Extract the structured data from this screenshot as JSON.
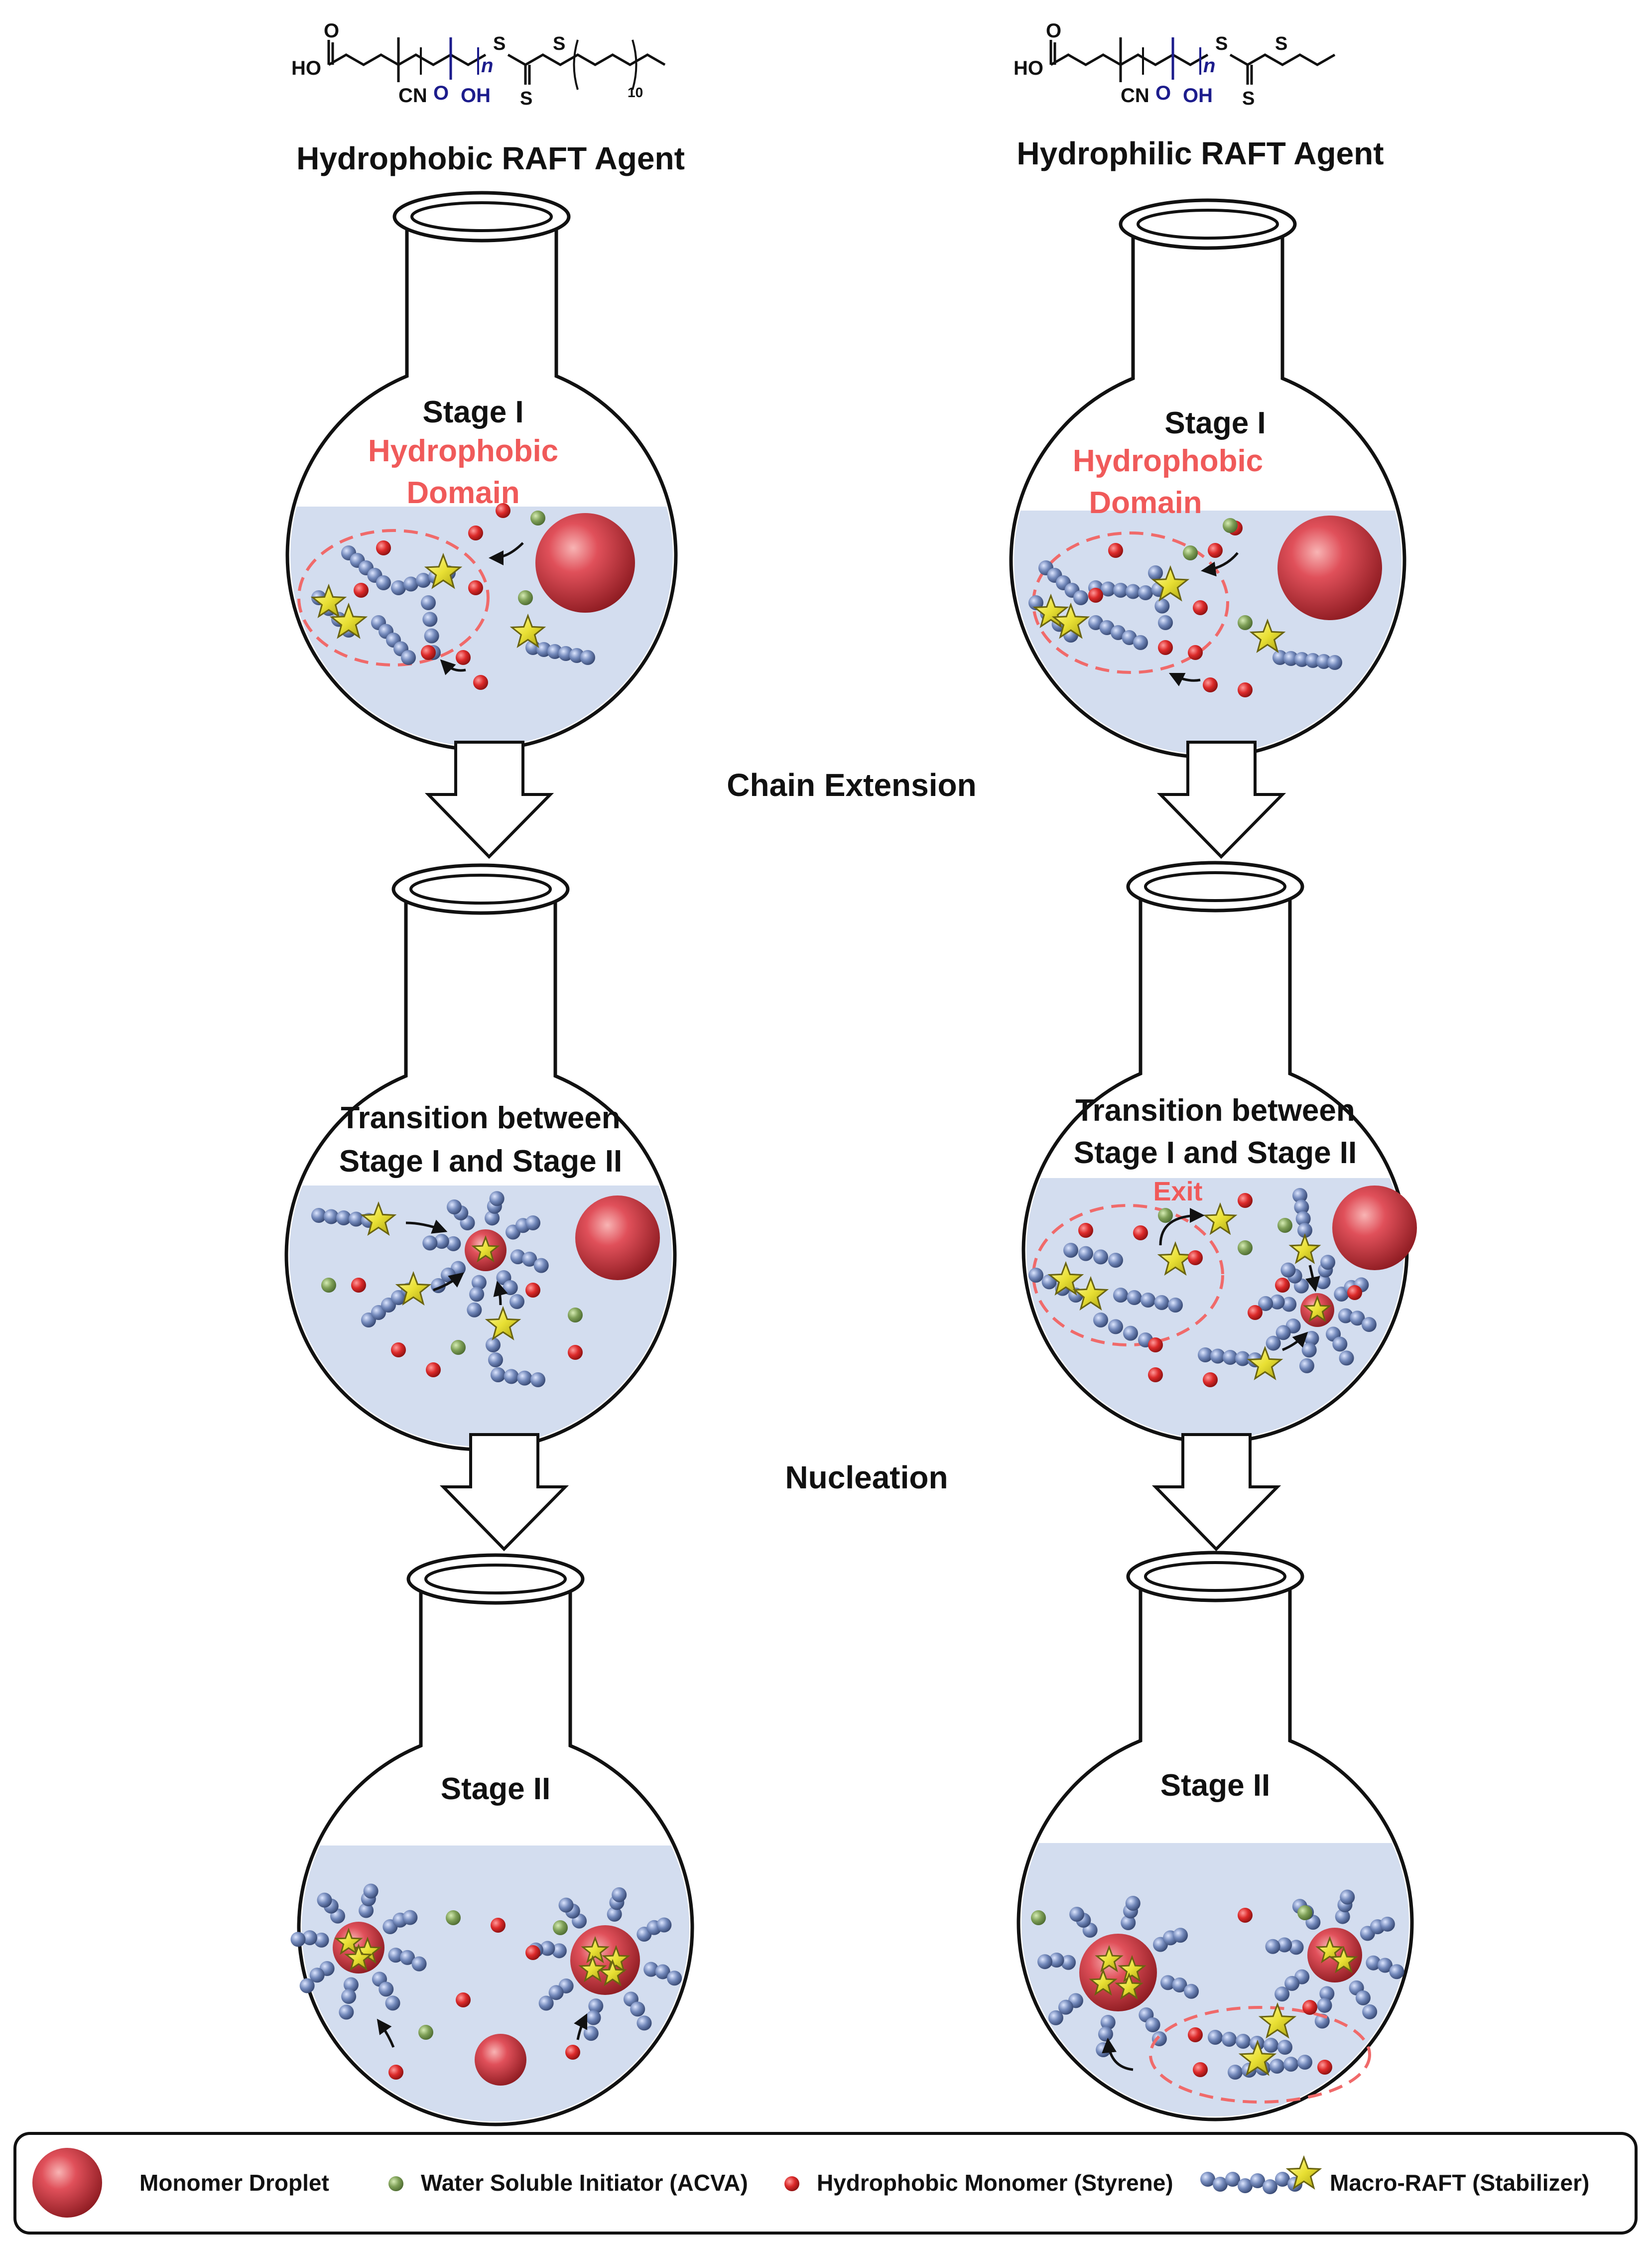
{
  "left_column": {
    "heading": "Hydrophobic RAFT Agent",
    "chem": {
      "ho": "HO",
      "cn": "CN",
      "cooh_o": "O",
      "cooh_oh": "OH",
      "n": "n",
      "s1": "S",
      "s2": "S",
      "s3": "S",
      "sub10": "10"
    },
    "flask1": {
      "stage": "Stage I",
      "domain_line1": "Hydrophobic",
      "domain_line2": "Domain"
    },
    "flask2": {
      "line1": "Transition between",
      "line2": "Stage I and Stage II"
    },
    "flask3": {
      "stage": "Stage II"
    }
  },
  "right_column": {
    "heading": "Hydrophilic RAFT Agent",
    "chem": {
      "ho": "HO",
      "cn": "CN",
      "cooh_o": "O",
      "cooh_oh": "OH",
      "n": "n",
      "s1": "S",
      "s2": "S",
      "s3": "S"
    },
    "flask1": {
      "stage": "Stage I",
      "domain_line1": "Hydrophobic",
      "domain_line2": "Domain"
    },
    "flask2": {
      "line1": "Transition between",
      "line2": "Stage I and Stage II",
      "exit": "Exit"
    },
    "flask3": {
      "stage": "Stage II"
    }
  },
  "steps": {
    "step1": "Chain Extension",
    "step2": "Nucleation"
  },
  "legend": {
    "droplet": "Monomer Droplet",
    "initiator": "Water Soluble Initiator (ACVA)",
    "monomer": "Hydrophobic Monomer (Styrene)",
    "macro_raft": "Macro-RAFT (Stabilizer)"
  },
  "colors": {
    "liquid": "#d3ddef",
    "droplet": "#c8323a",
    "initiator": "#7c9a5a",
    "monomer": "#d22a2a",
    "bead": "#6c82b4",
    "star": "#e8e23a",
    "domain_outline": "#f06a6a",
    "chem_blue": "#1c1c8c"
  }
}
